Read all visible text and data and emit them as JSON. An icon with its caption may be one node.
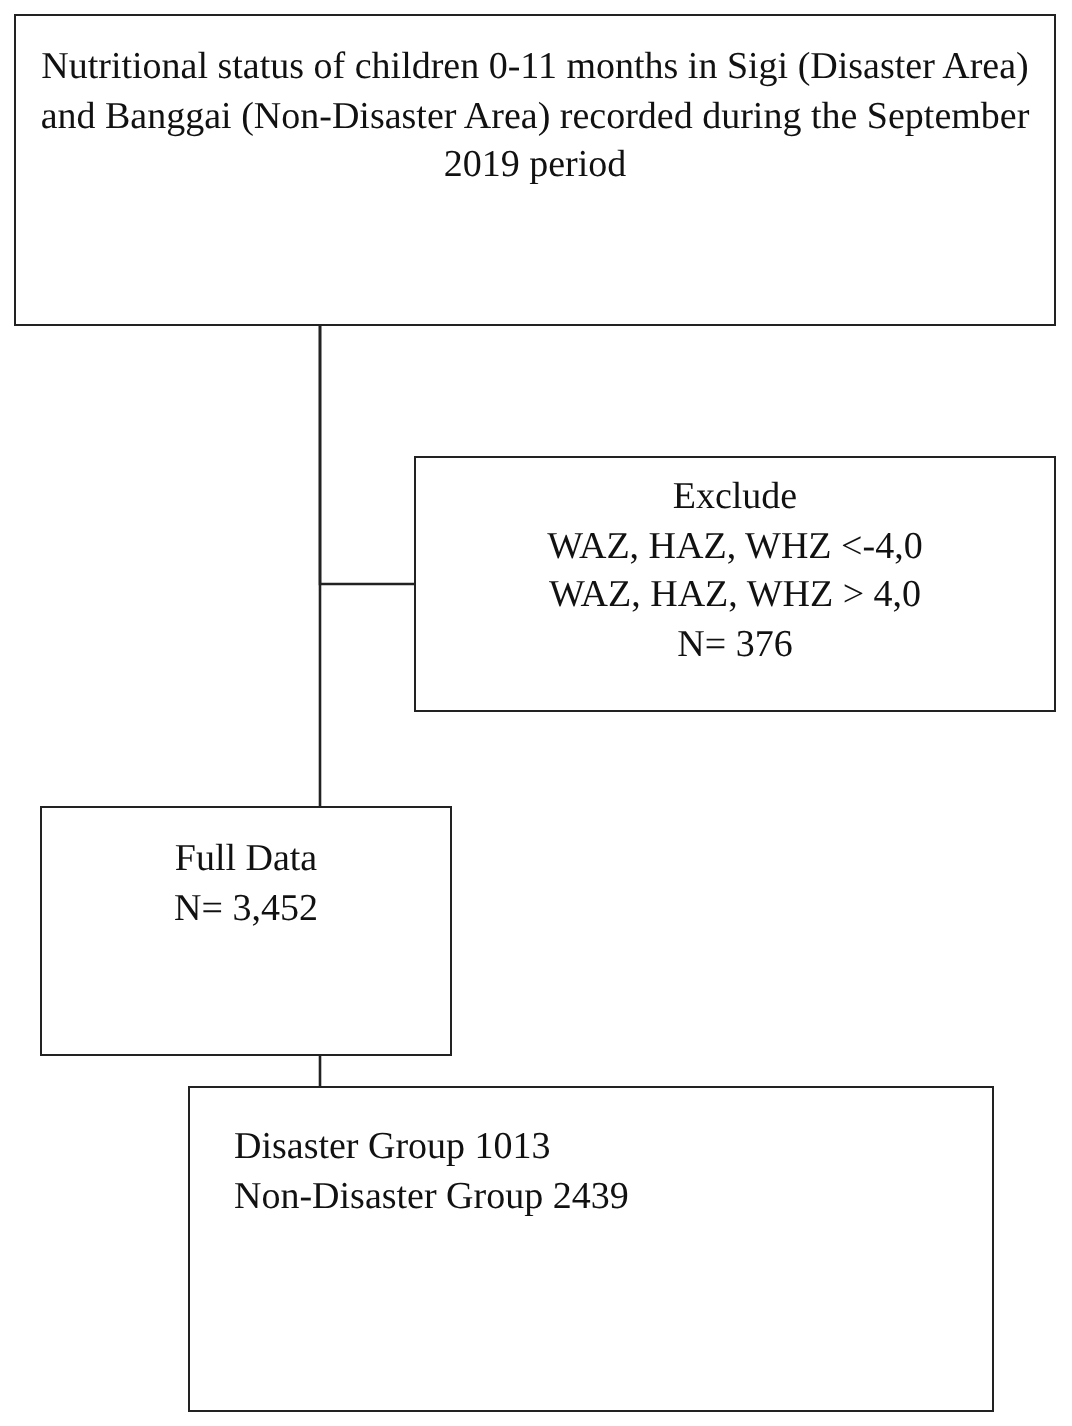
{
  "diagram": {
    "nodes": [
      {
        "text": [
          "Nutritional status of children 0-11 months in Sigi (Disaster Area) and Banggai (Non-Disaster Area) recorded during the September 2019 period"
        ]
      },
      {
        "text": [
          "Exclude",
          "WAZ, HAZ, WHZ <-4,0",
          "WAZ, HAZ, WHZ > 4,0",
          "N= 376"
        ]
      },
      {
        "text": [
          "Full Data",
          "N= 3,452"
        ]
      },
      {
        "text": [
          "Disaster Group 1013",
          "Non-Disaster Group 2439"
        ]
      }
    ],
    "edges": [
      {
        "from": 0,
        "to": 1,
        "arrow": "none"
      },
      {
        "from": 0,
        "to": 2,
        "arrow": "none"
      },
      {
        "from": 2,
        "to": 3,
        "arrow": "none"
      }
    ]
  }
}
